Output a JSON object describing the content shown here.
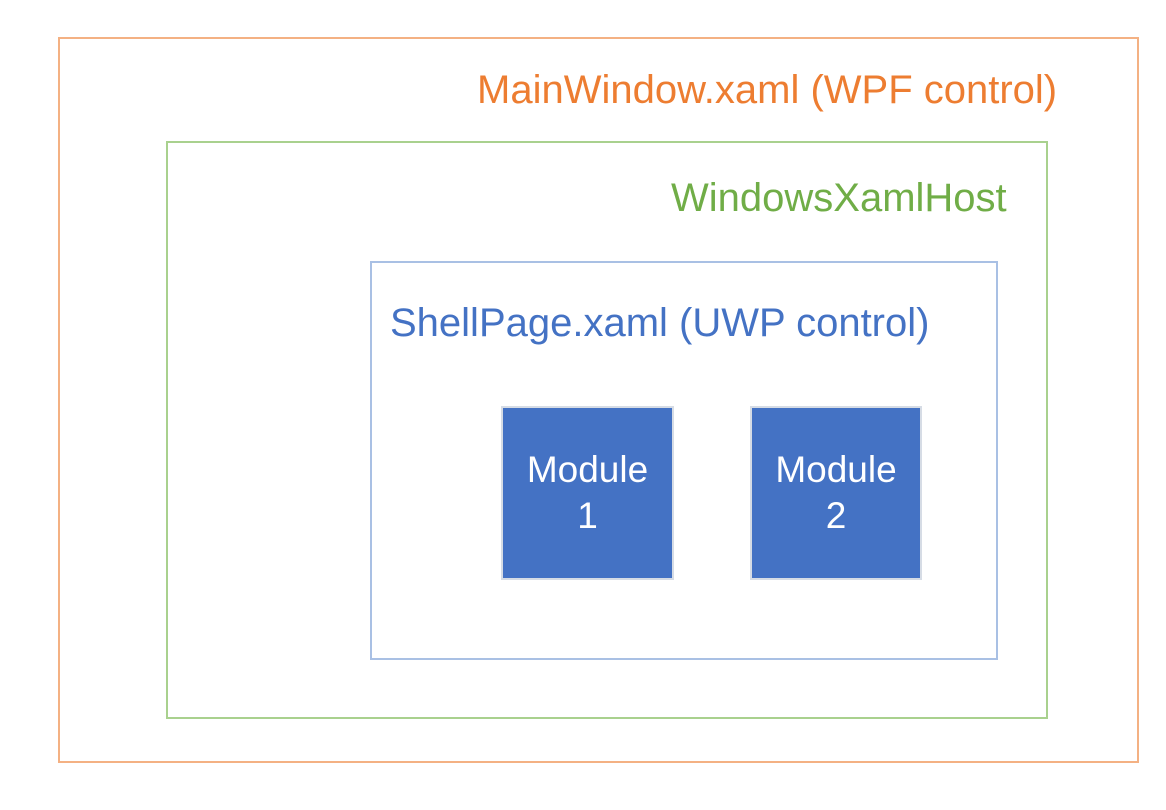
{
  "diagram": {
    "title": "MainWindow.xaml (WPF control)",
    "outer_box": {
      "label": "MainWindow.xaml (WPF control)",
      "border_color": "#F4B183",
      "label_color": "#ED7D31"
    },
    "host_box": {
      "label": "WindowsXamlHost",
      "border_color": "#A9D18E",
      "label_color": "#70AD47"
    },
    "shell_box": {
      "label": "ShellPage.xaml (UWP control)",
      "border_color": "#A9C0E4",
      "label_color": "#4472C4"
    },
    "modules": [
      {
        "line1": "Module",
        "line2": "1",
        "fill_color": "#4472C4",
        "border_color": "#D6DCE5",
        "text_color": "#FFFFFF"
      },
      {
        "line1": "Module",
        "line2": "2",
        "fill_color": "#4472C4",
        "border_color": "#D6DCE5",
        "text_color": "#FFFFFF"
      }
    ],
    "background_color": "#FFFFFF"
  }
}
